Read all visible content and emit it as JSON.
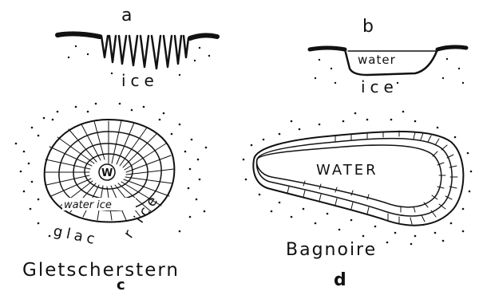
{
  "panels": {
    "a": {
      "letter": "a",
      "label": "ice"
    },
    "b": {
      "letter": "b",
      "water": "water",
      "ice": "ice"
    },
    "c": {
      "letter": "c",
      "center": "W",
      "water_ice": "water ice",
      "glacier_left": "glac",
      "glacier_right": "r ice",
      "name": "Gletscherstern"
    },
    "d": {
      "letter": "d",
      "water": "WATER",
      "name": "Bagnoire"
    }
  }
}
